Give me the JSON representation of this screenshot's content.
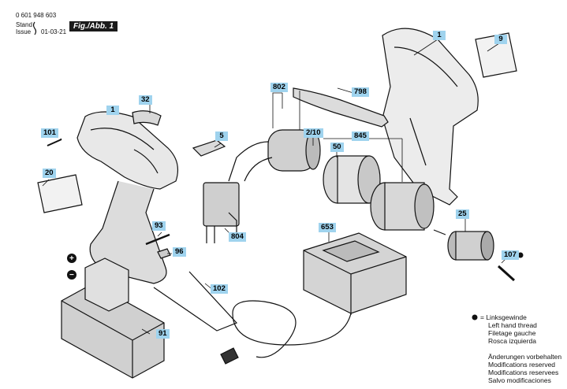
{
  "header": {
    "doc_number": "0 601 948 603",
    "stand_label": "Stand",
    "issue_label": "Issue",
    "issue_date": "01-03-21",
    "figure_label": "Fig./Abb. 1"
  },
  "parts": {
    "p1a": "1",
    "p1b": "1",
    "p9": "9",
    "p32": "32",
    "p101": "101",
    "p20": "20",
    "p5": "5",
    "p802": "802",
    "p798": "798",
    "p210": "2/10",
    "p50": "50",
    "p845": "845",
    "p804": "804",
    "p93": "93",
    "p96": "96",
    "p102": "102",
    "p653": "653",
    "p25": "25",
    "p107": "107",
    "p91": "91"
  },
  "legend": {
    "marker": "= Linksgewinde",
    "line2": "Left hand thread",
    "line3": "Filetage gauche",
    "line4": "Rosca izquierda"
  },
  "notice": {
    "line1": "Änderungen vorbehalten",
    "line2": "Modifications reserved",
    "line3": "Modifications reservees",
    "line4": "Salvo modificaciones"
  },
  "battery": {
    "plus": "+",
    "minus": "−"
  }
}
